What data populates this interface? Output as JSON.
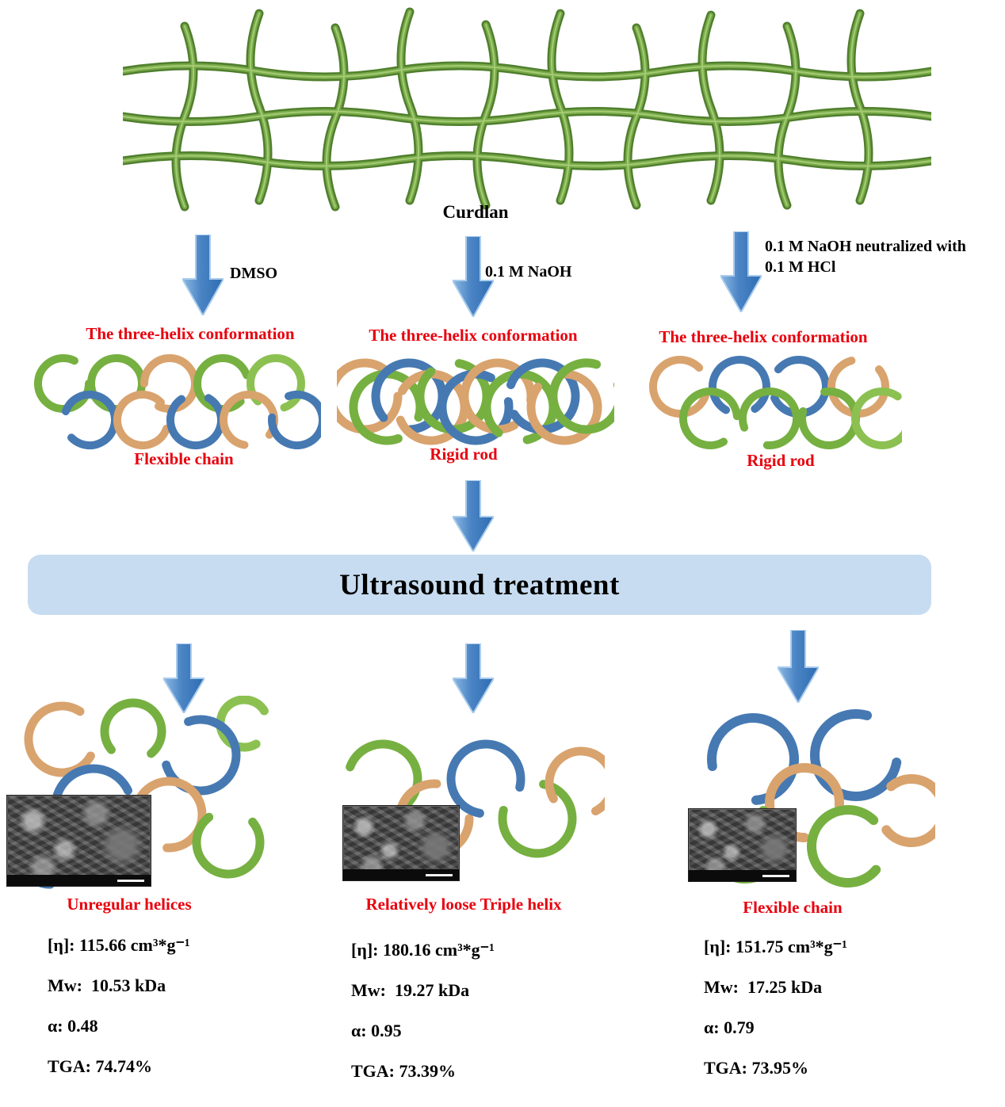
{
  "header": {
    "network_label": "Curdlan"
  },
  "pathways": [
    {
      "treatment": "DMSO",
      "conformation": "The three-helix conformation",
      "state": "Flexible chain"
    },
    {
      "treatment": "0.1 M NaOH",
      "conformation": "The three-helix conformation",
      "state": "Rigid rod"
    },
    {
      "treatment": "0.1 M NaOH neutralized with 0.1 M HCl",
      "conformation": "The three-helix conformation",
      "state": "Rigid rod"
    }
  ],
  "process": {
    "label": "Ultrasound treatment"
  },
  "results": [
    {
      "name": "Unregular helices",
      "stats": [
        "[η]: 115.66 cm³*g⁻¹",
        "Mw:  10.53 kDa",
        "α: 0.48",
        "TGA: 74.74%"
      ]
    },
    {
      "name": "Relatively loose Triple helix",
      "stats": [
        "[η]: 180.16 cm³*g⁻¹",
        "Mw:  19.27 kDa",
        "α: 0.95",
        "TGA: 73.39%"
      ]
    },
    {
      "name": "Flexible chain",
      "stats": [
        "[η]: 151.75 cm³*g⁻¹",
        "Mw:  17.25 kDa",
        "α: 0.79",
        "TGA: 73.95%"
      ]
    }
  ],
  "colors": {
    "accent_red": "#e8000d",
    "arrow_blue": "#2e6cb2",
    "box_blue": "#c7dcf0",
    "chain_green": "#4f7f2d",
    "helix_green": "#76b041",
    "helix_blue": "#4679b2",
    "helix_tan": "#d9a36e"
  }
}
